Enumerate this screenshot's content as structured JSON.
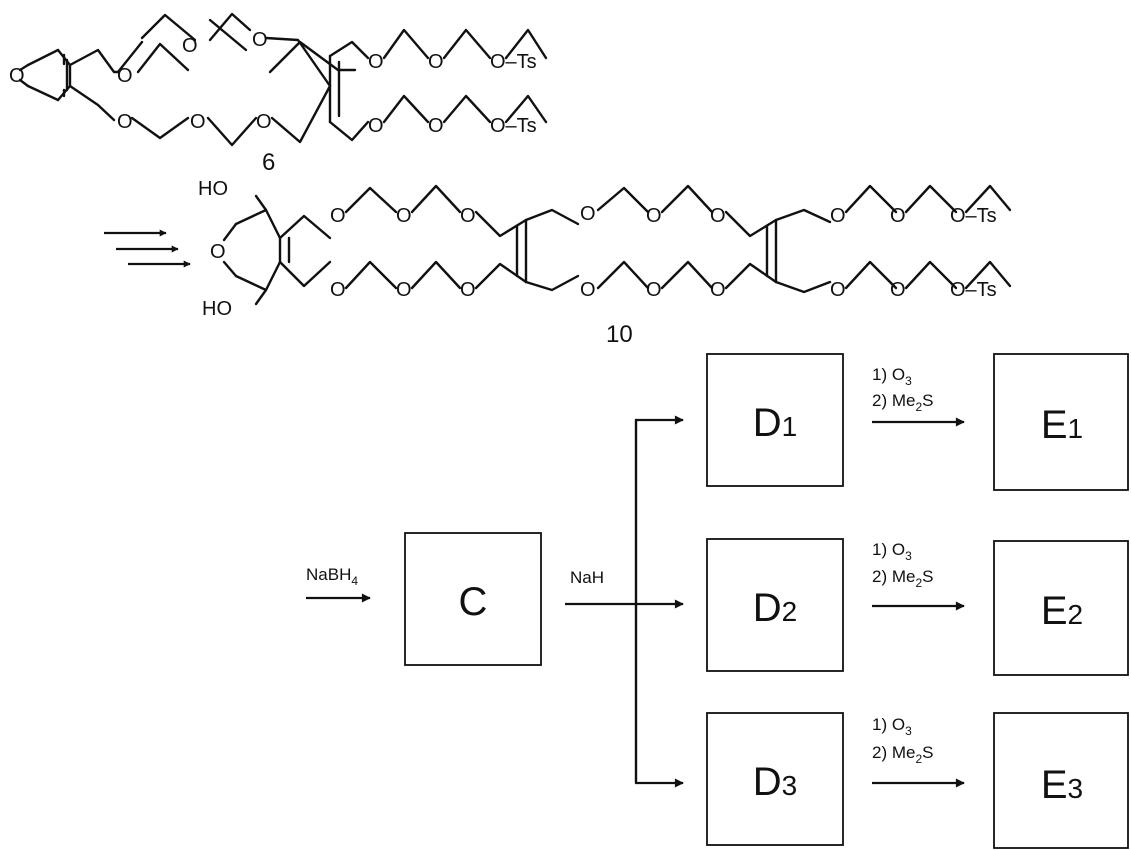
{
  "compounds": {
    "compound_6": "6",
    "compound_10": "10"
  },
  "atoms": {
    "oxygen": "O",
    "tosyl": "O–Ts",
    "hydroxyl": "HO"
  },
  "reagents": {
    "reduction": "NaBH",
    "reduction_sub": "4",
    "base": "NaH",
    "ozonolysis_1": "1) O",
    "ozonolysis_1_sub": "3",
    "workup_prefix": "2) Me",
    "workup_sub": "2",
    "workup_suffix": "S"
  },
  "boxes": {
    "C": "C",
    "D1": {
      "letter": "D",
      "index": "1"
    },
    "D2": {
      "letter": "D",
      "index": "2"
    },
    "D3": {
      "letter": "D",
      "index": "3"
    },
    "E1": {
      "letter": "E",
      "index": "1"
    },
    "E2": {
      "letter": "E",
      "index": "2"
    },
    "E3": {
      "letter": "E",
      "index": "3"
    }
  }
}
